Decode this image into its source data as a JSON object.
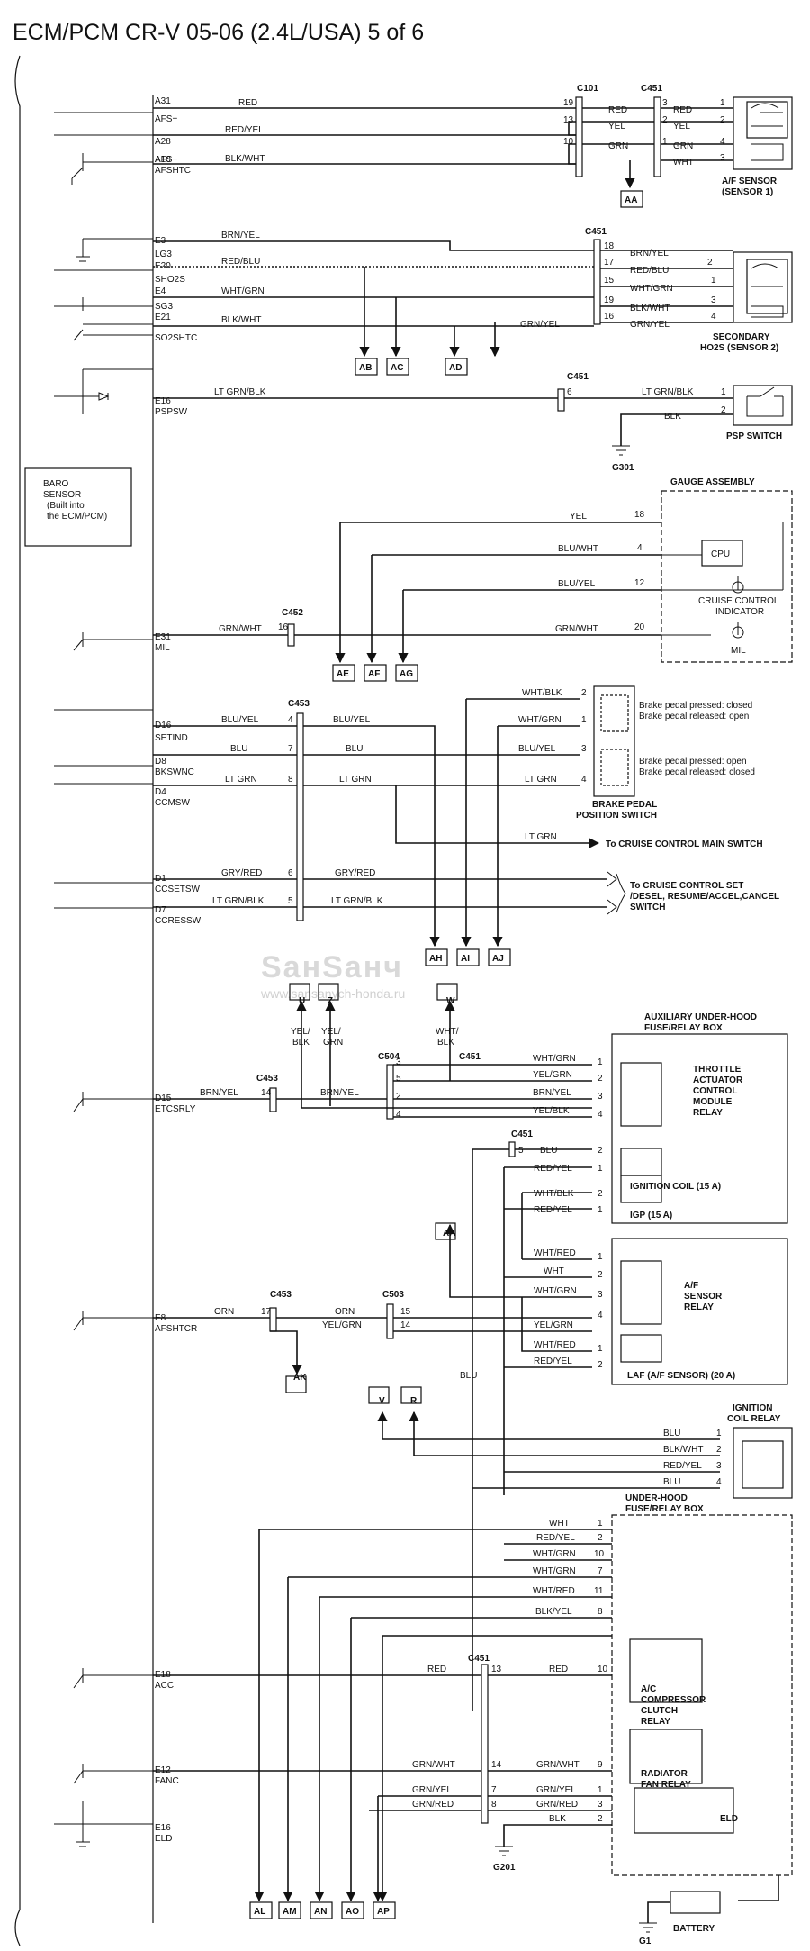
{
  "title": "ECM/PCM CR-V 05-06 (2.4L/USA) 5 of 6",
  "watermark": {
    "text": "SaнSaнч",
    "url": "www.sansanych-honda.ru"
  },
  "ecm_pins": [
    {
      "pin": "A31",
      "sig": "AFS+"
    },
    {
      "pin": "A28",
      "sig": "AFS−"
    },
    {
      "pin": "A10",
      "sig": "AFSHTC"
    },
    {
      "pin": "E3",
      "sig": "LG3"
    },
    {
      "pin": "E20",
      "sig": "SHO2S"
    },
    {
      "pin": "E4",
      "sig": "SG3"
    },
    {
      "pin": "E21",
      "sig": "SO2SHTC"
    },
    {
      "pin": "E16",
      "sig": "PSPSW"
    },
    {
      "pin": "E31",
      "sig": "MIL"
    },
    {
      "pin": "D16",
      "sig": "SETIND"
    },
    {
      "pin": "D8",
      "sig": "BKSWNC"
    },
    {
      "pin": "D4",
      "sig": "CCMSW"
    },
    {
      "pin": "D1",
      "sig": "CCSETSW"
    },
    {
      "pin": "D7",
      "sig": "CCRESSW"
    },
    {
      "pin": "D15",
      "sig": "ETCSRLY"
    },
    {
      "pin": "E8",
      "sig": "AFSHTCR"
    },
    {
      "pin": "E18",
      "sig": "ACC"
    },
    {
      "pin": "E12",
      "sig": "FANC"
    },
    {
      "pin": "E16",
      "sig": "ELD"
    }
  ],
  "baro": [
    "BARO",
    "SENSOR",
    "(Built into",
    "the ECM/PCM)"
  ],
  "connectors": [
    "C101",
    "C451",
    "C451",
    "C451",
    "C452",
    "C453",
    "C504",
    "C451",
    "C453",
    "C451",
    "C453",
    "C503",
    "C451"
  ],
  "components": {
    "af_sensor": [
      "A/F SENSOR",
      "(SENSOR 1)"
    ],
    "secondary_ho2s": [
      "SECONDARY",
      "HO2S (SENSOR 2)"
    ],
    "psp_switch": "PSP SWITCH",
    "gauge_assembly": "GAUGE ASSEMBLY",
    "cpu": "CPU",
    "cruise_indicator": [
      "CRUISE CONTROL",
      "INDICATOR"
    ],
    "mil": "MIL",
    "brake_switch": [
      "BRAKE PEDAL",
      "POSITION SWITCH"
    ],
    "brake_notes": [
      "Brake pedal pressed: closed",
      "Brake pedal released: open",
      "Brake pedal pressed: open",
      "Brake pedal released: closed"
    ],
    "cruise_main": "To CRUISE CONTROL MAIN SWITCH",
    "cruise_set": [
      "To CRUISE CONTROL SET",
      "/DESEL, RESUME/ACCEL,CANCEL",
      "SWITCH"
    ],
    "aux_box": [
      "AUXILIARY UNDER-HOOD",
      "FUSE/RELAY BOX"
    ],
    "tac_relay": [
      "THROTTLE",
      "ACTUATOR",
      "CONTROL",
      "MODULE",
      "RELAY"
    ],
    "ign_coil_fuse": "IGNITION COIL (15 A)",
    "igp_fuse": "IGP (15 A)",
    "af_relay": [
      "A/F",
      "SENSOR",
      "RELAY"
    ],
    "laf_fuse": "LAF (A/F SENSOR) (20 A)",
    "ign_coil_relay": [
      "IGNITION",
      "COIL RELAY"
    ],
    "uh_box": [
      "UNDER-HOOD",
      "FUSE/RELAY BOX"
    ],
    "ac_relay": [
      "A/C",
      "COMPRESSOR",
      "CLUTCH",
      "RELAY"
    ],
    "fan_relay": [
      "RADIATOR",
      "FAN RELAY"
    ],
    "eld": "ELD",
    "battery": "BATTERY",
    "grounds": [
      "G301",
      "G201",
      "G1"
    ]
  },
  "wires": {
    "af": [
      "RED",
      "RED/YEL",
      "BLK/WHT",
      "RED",
      "YEL",
      "GRN",
      "RED",
      "YEL",
      "GRN",
      "WHT"
    ],
    "ho2s": [
      "BRN/YEL",
      "RED/BLU",
      "WHT/GRN",
      "BLK/WHT",
      "BRN/YEL",
      "RED/BLU",
      "WHT/GRN",
      "BLK/WHT",
      "GRN/YEL",
      "GRN/YEL"
    ],
    "psp": [
      "LT GRN/BLK",
      "LT GRN/BLK",
      "BLK"
    ],
    "gauge": [
      "YEL",
      "BLU/WHT",
      "BLU/YEL",
      "GRN/WHT",
      "GRN/WHT"
    ],
    "brake": [
      "BLU/YEL",
      "BLU",
      "LT GRN",
      "BLU/YEL",
      "BLU",
      "LT GRN",
      "WHT/BLK",
      "WHT/GRN",
      "BLU/YEL",
      "LT GRN",
      "LT GRN"
    ],
    "cruise": [
      "GRY/RED",
      "LT GRN/BLK",
      "GRY/RED",
      "LT GRN/BLK"
    ],
    "up_tags": [
      "YEL/",
      "BLK",
      "YEL/",
      "GRN",
      "WHT/",
      "BLK"
    ],
    "etcs": [
      "BRN/YEL",
      "BRN/YEL",
      "WHT/GRN",
      "YEL/GRN",
      "BRN/YEL",
      "YEL/BLK"
    ],
    "coil": [
      "BLU",
      "RED/YEL",
      "WHT/BLK",
      "RED/YEL"
    ],
    "afrelay": [
      "ORN",
      "ORN",
      "YEL/GRN",
      "WHT/RED",
      "WHT",
      "WHT/GRN",
      "YEL/GRN",
      "WHT/RED",
      "RED/YEL",
      "BLU"
    ],
    "ign_relay": [
      "BLU",
      "BLK/WHT",
      "RED/YEL",
      "BLU"
    ],
    "uh": [
      "WHT",
      "RED/YEL",
      "WHT/GRN",
      "WHT/GRN",
      "WHT/RED",
      "BLK/YEL"
    ],
    "bottom": [
      "RED",
      "RED",
      "GRN/WHT",
      "GRN/WHT",
      "GRN/YEL",
      "GRN/RED",
      "GRN/YEL",
      "GRN/RED",
      "BLK"
    ]
  },
  "tags": [
    "AA",
    "AB",
    "AC",
    "AD",
    "AE",
    "AF",
    "AG",
    "AH",
    "AI",
    "AJ",
    "U",
    "Z",
    "W",
    "AA",
    "AK",
    "V",
    "R",
    "AL",
    "AM",
    "AN",
    "AO",
    "AP"
  ]
}
